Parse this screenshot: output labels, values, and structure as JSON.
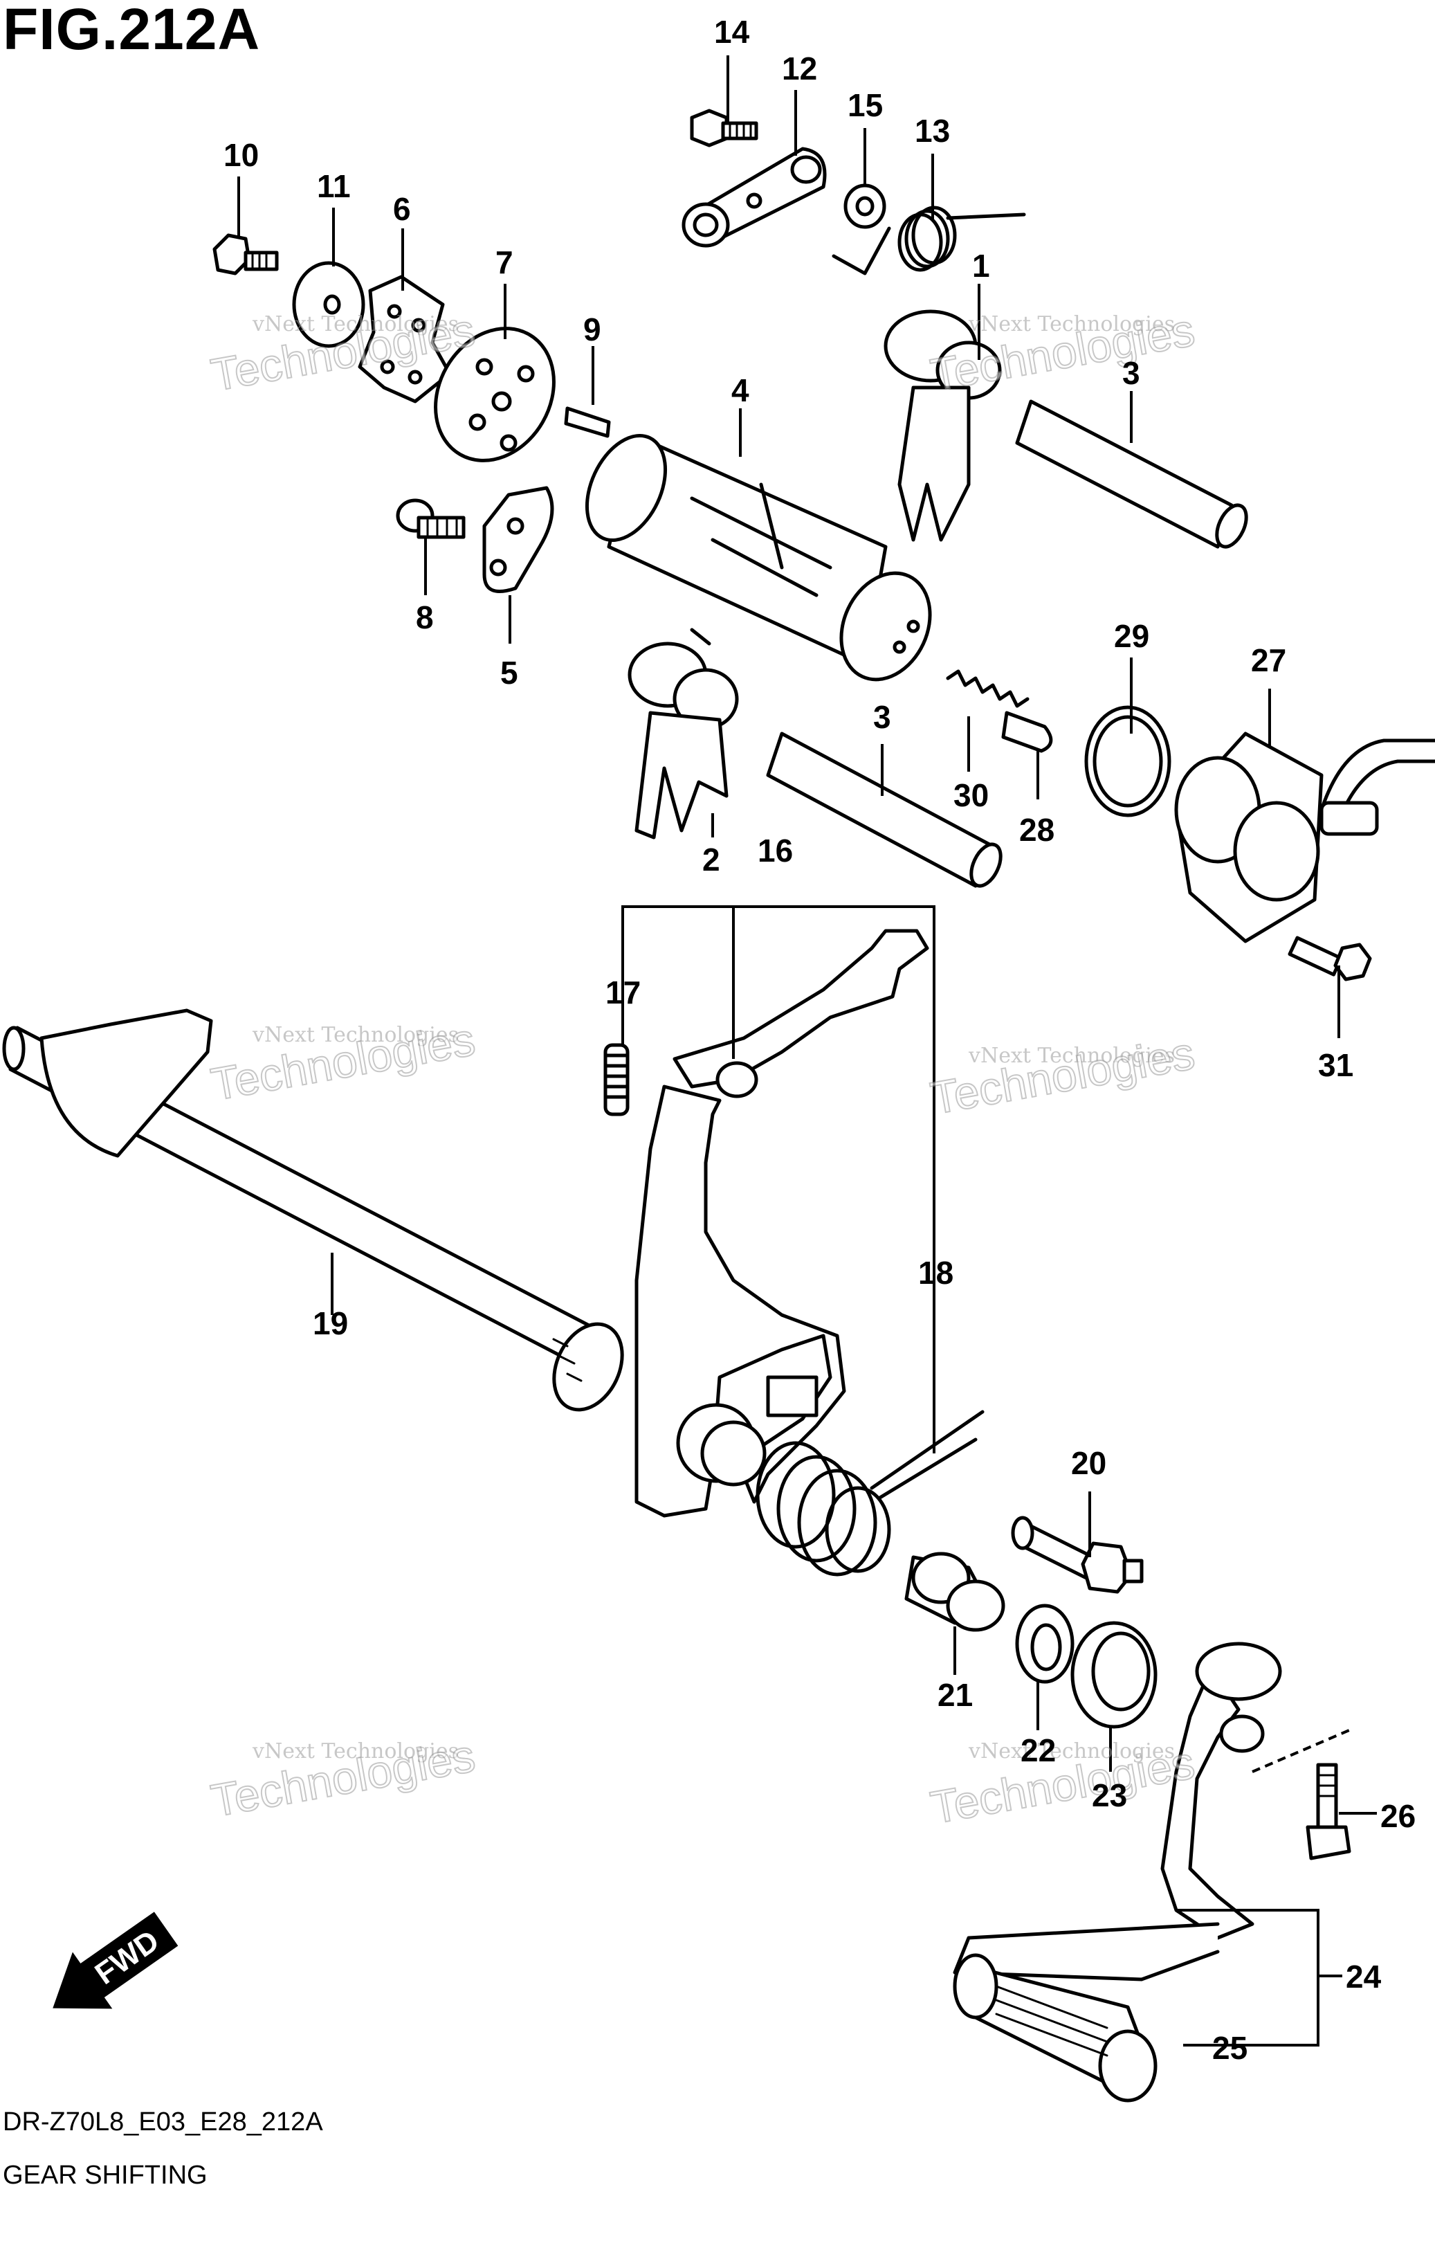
{
  "figure": {
    "title": "FIG.212A",
    "model_code": "DR-Z70L8_E03_E28_212A",
    "caption": "GEAR SHIFTING",
    "direction_label": "FWD"
  },
  "watermark": {
    "line1": "vNext Technologies",
    "line2": "vNext",
    "line3": "Technologies"
  },
  "callouts": {
    "c1": "1",
    "c2": "2",
    "c3a": "3",
    "c3b": "3",
    "c4": "4",
    "c5": "5",
    "c6": "6",
    "c7": "7",
    "c8": "8",
    "c9": "9",
    "c10": "10",
    "c11": "11",
    "c12": "12",
    "c13": "13",
    "c14": "14",
    "c15": "15",
    "c16": "16",
    "c17": "17",
    "c18": "18",
    "c19": "19",
    "c20": "20",
    "c21": "21",
    "c22": "22",
    "c23": "23",
    "c24": "24",
    "c25": "25",
    "c26": "26",
    "c27": "27",
    "c28": "28",
    "c29": "29",
    "c30": "30",
    "c31": "31"
  }
}
